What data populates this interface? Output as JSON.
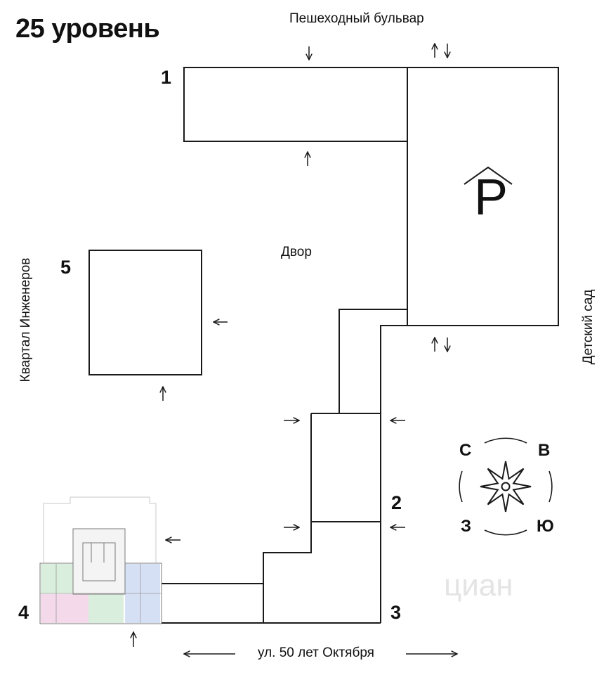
{
  "title": "25 уровень",
  "labels": {
    "top_street": "Пешеходный бульвар",
    "yard": "Двор",
    "left_side": "Квартал Инженеров",
    "right_side": "Детский сад",
    "bottom_street": "ул. 50 лет Октября"
  },
  "buildings": [
    "1",
    "2",
    "3",
    "4",
    "5"
  ],
  "parking_symbol": "P",
  "compass": {
    "north": "С",
    "east": "В",
    "west": "З",
    "south": "Ю"
  },
  "watermark": "циан",
  "colors": {
    "line": "#1a1a1a",
    "unit_green": "#d9eedd",
    "unit_pink": "#f3d9ea",
    "unit_blue": "#d6e0f5"
  }
}
